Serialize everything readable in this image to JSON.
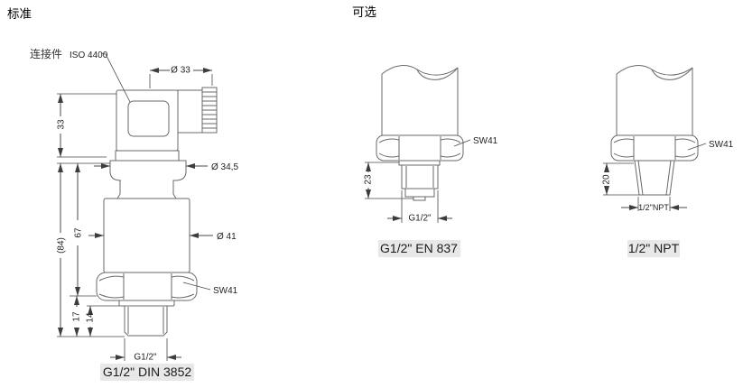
{
  "colors": {
    "background": "#ffffff",
    "part_line": "#6a6a6a",
    "dimension_line": "#4a4a4a",
    "label_text": "#1f1f1f",
    "caption_text": "#1b1b1b",
    "caption_highlight_bg": "#e8e8e8"
  },
  "headers": {
    "standard": "标准",
    "optional": "可选"
  },
  "figures": {
    "din3852": {
      "caption": "G1/2\" DIN 3852",
      "labels": {
        "connector": "连接件",
        "iso": "ISO 4400",
        "dia_connector": "Ø 33",
        "height_connector": "33",
        "dia_flange": "Ø 34,5",
        "height_total": "(84)",
        "height_body": "67",
        "dia_body": "Ø 41",
        "wrench": "SW41",
        "height_port": "17",
        "height_thread": "14",
        "thread": "G1/2\""
      }
    },
    "en837": {
      "caption": "G1/2\" EN 837",
      "labels": {
        "wrench": "SW41",
        "height_thread": "23",
        "thread": "G1/2\""
      }
    },
    "npt": {
      "caption": "1/2\" NPT",
      "labels": {
        "wrench": "SW41",
        "height_thread": "20",
        "thread": "1/2\"NPT"
      }
    }
  }
}
